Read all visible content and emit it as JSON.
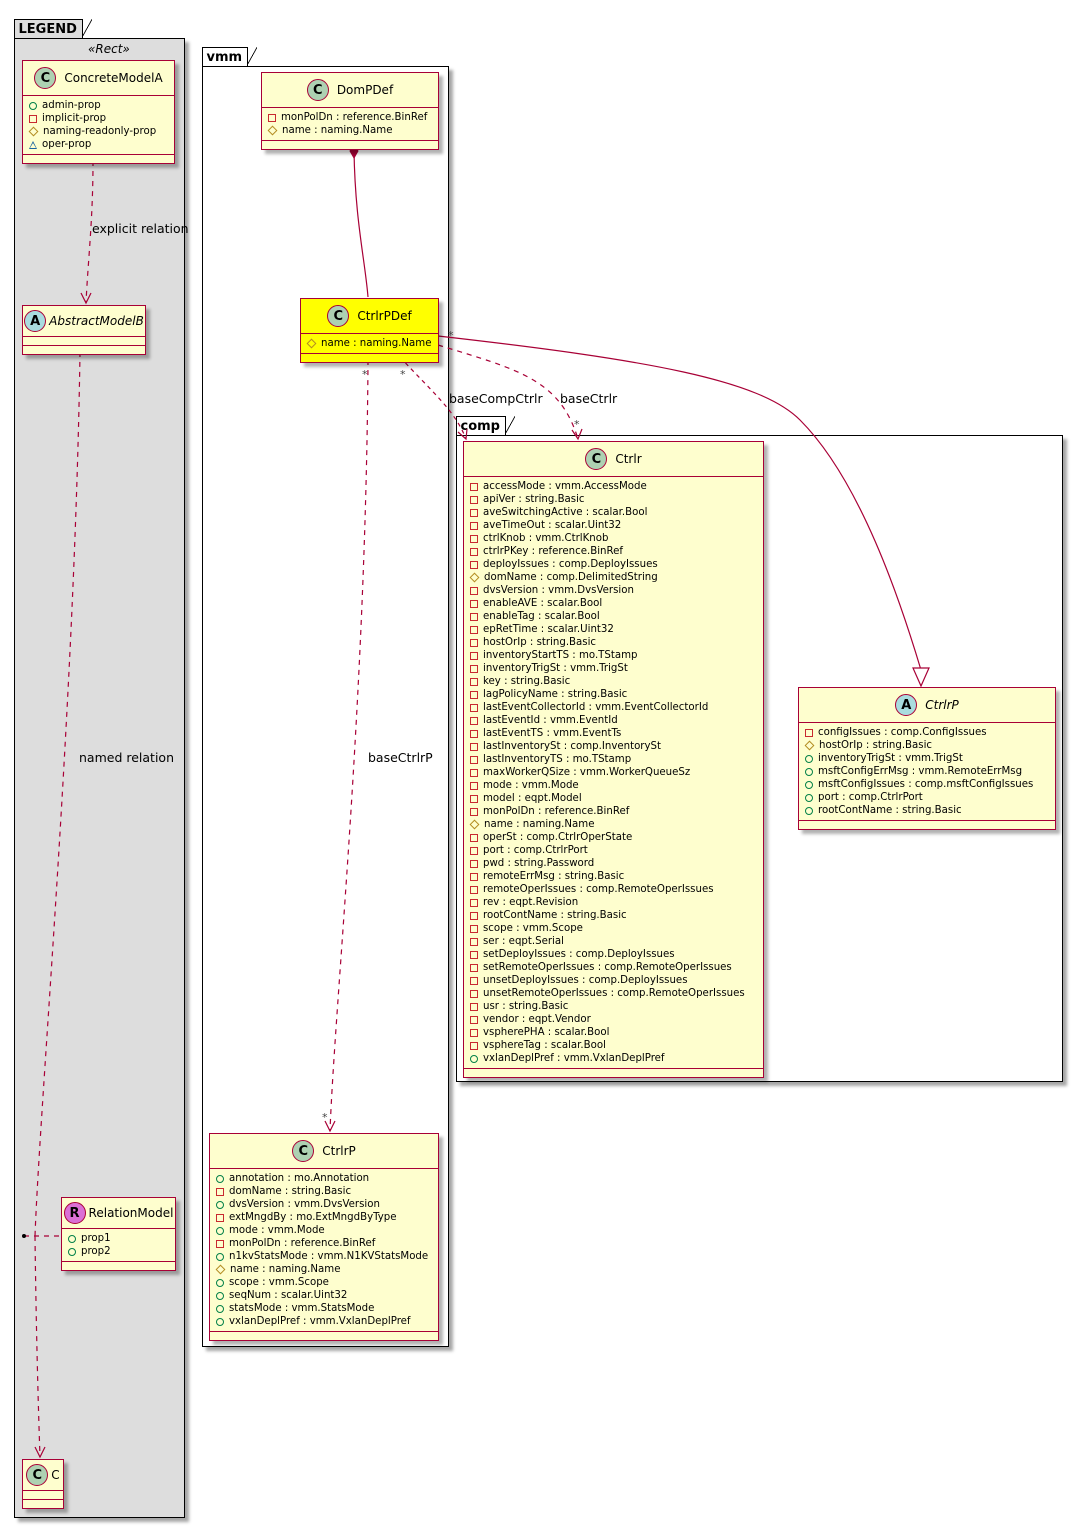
{
  "colors": {
    "class_fill": "#fefece",
    "class_border": "#a80036",
    "highlight_fill": "#ffff00",
    "legend_fill": "#dddddd",
    "edge": "#a80036",
    "class_badge": "#add1b2",
    "abstract_badge": "#a9dcdf",
    "relation_badge": "#da70d6"
  },
  "packages": {
    "legend": {
      "name": "LEGEND",
      "stereotype": "«Rect»"
    },
    "vmm": {
      "name": "vmm"
    },
    "comp": {
      "name": "comp"
    }
  },
  "classes": {
    "concrete_model_a": {
      "badge": "C",
      "name": "ConcreteModelA",
      "attributes": [
        {
          "vis": "public",
          "text": "admin-prop"
        },
        {
          "vis": "private",
          "text": "implicit-prop"
        },
        {
          "vis": "protected",
          "text": "naming-readonly-prop"
        },
        {
          "vis": "package",
          "text": "oper-prop"
        }
      ]
    },
    "abstract_model_b": {
      "badge": "A",
      "name": "AbstractModelB",
      "attributes": []
    },
    "relation_model": {
      "badge": "R",
      "name": "RelationModel",
      "attributes": [
        {
          "vis": "public",
          "text": "prop1"
        },
        {
          "vis": "public",
          "text": "prop2"
        }
      ]
    },
    "c": {
      "badge": "C",
      "name": "C",
      "attributes": []
    },
    "dom_p_def": {
      "badge": "C",
      "name": "DomPDef",
      "attributes": [
        {
          "vis": "private",
          "text": "monPolDn : reference.BinRef"
        },
        {
          "vis": "protected",
          "text": "name : naming.Name"
        }
      ]
    },
    "ctrlr_p_def": {
      "badge": "C",
      "name": "CtrlrPDef",
      "attributes": [
        {
          "vis": "protected",
          "text": "name : naming.Name"
        }
      ]
    },
    "vmm_ctrlr_p": {
      "badge": "C",
      "name": "CtrlrP",
      "attributes": [
        {
          "vis": "public",
          "text": "annotation : mo.Annotation"
        },
        {
          "vis": "private",
          "text": "domName : string.Basic"
        },
        {
          "vis": "public",
          "text": "dvsVersion : vmm.DvsVersion"
        },
        {
          "vis": "private",
          "text": "extMngdBy : mo.ExtMngdByType"
        },
        {
          "vis": "public",
          "text": "mode : vmm.Mode"
        },
        {
          "vis": "private",
          "text": "monPolDn : reference.BinRef"
        },
        {
          "vis": "public",
          "text": "n1kvStatsMode : vmm.N1KVStatsMode"
        },
        {
          "vis": "protected",
          "text": "name : naming.Name"
        },
        {
          "vis": "public",
          "text": "scope : vmm.Scope"
        },
        {
          "vis": "public",
          "text": "seqNum : scalar.Uint32"
        },
        {
          "vis": "public",
          "text": "statsMode : vmm.StatsMode"
        },
        {
          "vis": "public",
          "text": "vxlanDeplPref : vmm.VxlanDeplPref"
        }
      ]
    },
    "comp_ctrlr": {
      "badge": "C",
      "name": "Ctrlr",
      "attributes": [
        {
          "vis": "private",
          "text": "accessMode : vmm.AccessMode"
        },
        {
          "vis": "private",
          "text": "apiVer : string.Basic"
        },
        {
          "vis": "private",
          "text": "aveSwitchingActive : scalar.Bool"
        },
        {
          "vis": "private",
          "text": "aveTimeOut : scalar.Uint32"
        },
        {
          "vis": "private",
          "text": "ctrlKnob : vmm.CtrlKnob"
        },
        {
          "vis": "private",
          "text": "ctrlrPKey : reference.BinRef"
        },
        {
          "vis": "private",
          "text": "deployIssues : comp.DeployIssues"
        },
        {
          "vis": "protected",
          "text": "domName : comp.DelimitedString"
        },
        {
          "vis": "private",
          "text": "dvsVersion : vmm.DvsVersion"
        },
        {
          "vis": "private",
          "text": "enableAVE : scalar.Bool"
        },
        {
          "vis": "private",
          "text": "enableTag : scalar.Bool"
        },
        {
          "vis": "private",
          "text": "epRetTime : scalar.Uint32"
        },
        {
          "vis": "private",
          "text": "hostOrIp : string.Basic"
        },
        {
          "vis": "private",
          "text": "inventoryStartTS : mo.TStamp"
        },
        {
          "vis": "private",
          "text": "inventoryTrigSt : vmm.TrigSt"
        },
        {
          "vis": "private",
          "text": "key : string.Basic"
        },
        {
          "vis": "private",
          "text": "lagPolicyName : string.Basic"
        },
        {
          "vis": "private",
          "text": "lastEventCollectorId : vmm.EventCollectorId"
        },
        {
          "vis": "private",
          "text": "lastEventId : vmm.EventId"
        },
        {
          "vis": "private",
          "text": "lastEventTS : vmm.EventTs"
        },
        {
          "vis": "private",
          "text": "lastInventorySt : comp.InventorySt"
        },
        {
          "vis": "private",
          "text": "lastInventoryTS : mo.TStamp"
        },
        {
          "vis": "private",
          "text": "maxWorkerQSize : vmm.WorkerQueueSz"
        },
        {
          "vis": "private",
          "text": "mode : vmm.Mode"
        },
        {
          "vis": "private",
          "text": "model : eqpt.Model"
        },
        {
          "vis": "private",
          "text": "monPolDn : reference.BinRef"
        },
        {
          "vis": "protected",
          "text": "name : naming.Name"
        },
        {
          "vis": "private",
          "text": "operSt : comp.CtrlrOperState"
        },
        {
          "vis": "private",
          "text": "port : comp.CtrlrPort"
        },
        {
          "vis": "private",
          "text": "pwd : string.Password"
        },
        {
          "vis": "private",
          "text": "remoteErrMsg : string.Basic"
        },
        {
          "vis": "private",
          "text": "remoteOperIssues : comp.RemoteOperIssues"
        },
        {
          "vis": "private",
          "text": "rev : eqpt.Revision"
        },
        {
          "vis": "private",
          "text": "rootContName : string.Basic"
        },
        {
          "vis": "private",
          "text": "scope : vmm.Scope"
        },
        {
          "vis": "private",
          "text": "ser : eqpt.Serial"
        },
        {
          "vis": "private",
          "text": "setDeployIssues : comp.DeployIssues"
        },
        {
          "vis": "private",
          "text": "setRemoteOperIssues : comp.RemoteOperIssues"
        },
        {
          "vis": "private",
          "text": "unsetDeployIssues : comp.DeployIssues"
        },
        {
          "vis": "private",
          "text": "unsetRemoteOperIssues : comp.RemoteOperIssues"
        },
        {
          "vis": "private",
          "text": "usr : string.Basic"
        },
        {
          "vis": "private",
          "text": "vendor : eqpt.Vendor"
        },
        {
          "vis": "private",
          "text": "vspherePHA : scalar.Bool"
        },
        {
          "vis": "private",
          "text": "vsphereTag : scalar.Bool"
        },
        {
          "vis": "public",
          "text": "vxlanDeplPref : vmm.VxlanDeplPref"
        }
      ]
    },
    "comp_ctrlr_p": {
      "badge": "A",
      "name": "CtrlrP",
      "attributes": [
        {
          "vis": "private",
          "text": "configIssues : comp.ConfigIssues"
        },
        {
          "vis": "protected",
          "text": "hostOrIp : string.Basic"
        },
        {
          "vis": "public",
          "text": "inventoryTrigSt : vmm.TrigSt"
        },
        {
          "vis": "public",
          "text": "msftConfigErrMsg : vmm.RemoteErrMsg"
        },
        {
          "vis": "public",
          "text": "msftConfigIssues : comp.msftConfigIssues"
        },
        {
          "vis": "public",
          "text": "port : comp.CtrlrPort"
        },
        {
          "vis": "public",
          "text": "rootContName : string.Basic"
        }
      ]
    }
  },
  "relations": {
    "explicit": {
      "label": "explicit relation"
    },
    "named": {
      "label": "named relation"
    },
    "base_ctrlr_p": {
      "label": "baseCtrlrP",
      "source_mult": "*",
      "target_mult": "*"
    },
    "base_comp_ctrlr": {
      "label": "baseCompCtrlr",
      "source_mult": "*"
    },
    "base_ctrlr": {
      "label": "baseCtrlr",
      "target_mult": "*"
    },
    "inherits": {
      "source_mult": "*"
    }
  }
}
